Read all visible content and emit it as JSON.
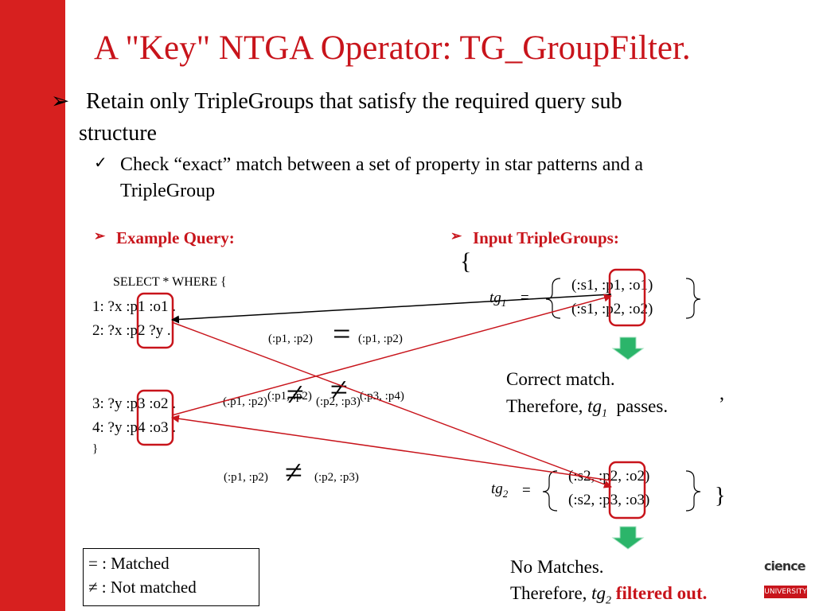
{
  "title": "A \"Key\" NTGA Operator: TG_GroupFilter.",
  "bullets": {
    "main_line1": "Retain only TripleGroups that satisfy the required query sub",
    "main_line2": "structure",
    "sub_line1": "Check “exact” match between a set of property in star patterns and a",
    "sub_line2": "TripleGroup"
  },
  "example_query": {
    "heading": "Example Query:",
    "select": "SELECT * WHERE {",
    "lines": [
      "1: ?x :p1 :o1 .",
      "2: ?x :p2 ?y .",
      "3: ?y :p3 :o2 .",
      "4: ?y :p4 :o3 ."
    ],
    "close": "}"
  },
  "input_triplegroups": {
    "heading": "Input TripleGroups:",
    "open_brace": "{",
    "close_brace": "}",
    "tg1": {
      "name": "tg",
      "sub": "1",
      "eq": "=",
      "triples": [
        "(:s1, :p1, :o1)",
        "(:s1, :p2, :o2)"
      ]
    },
    "tg2": {
      "name": "tg",
      "sub": "2",
      "eq": "=",
      "triples": [
        "(:s2, :p2, :o2)",
        "(:s2, :p3, :o3)"
      ]
    },
    "comma": ","
  },
  "comparisons": {
    "c1_left": "(:p1, :p2)",
    "c1_sym": "=",
    "c1_right": "(:p1, :p2)",
    "c2a_left": "(:p1, :p2)",
    "c2b_left": "(:p1, :p2)",
    "c2_sym1": "≠",
    "c2_sym2": "≠",
    "c2a_right": "(:p2, :p3)",
    "c2b_right": "(:p3, :p4)",
    "c3_left": "(:p1, :p2)",
    "c3_sym": "≠",
    "c3_right": "(:p2, :p3)"
  },
  "results": {
    "r1_line1": "Correct match.",
    "r1_line2_prefix": "Therefore,",
    "r1_tg": "tg",
    "r1_sub": "1",
    "r1_suffix": "passes.",
    "r2_line1": "No Matches.",
    "r2_line2_prefix": "Therefore,",
    "r2_tg": "tg",
    "r2_sub": "2",
    "r2_suffix": "filtered out."
  },
  "legend": {
    "matched": "= : Matched",
    "not_matched": "≠ : Not matched"
  },
  "logo": {
    "word": "cience",
    "sub": "UNIVERSITY"
  },
  "colors": {
    "accent_red": "#c8141b",
    "sidebar_red": "#d7201f",
    "arrow_green": "#2bb56a"
  }
}
